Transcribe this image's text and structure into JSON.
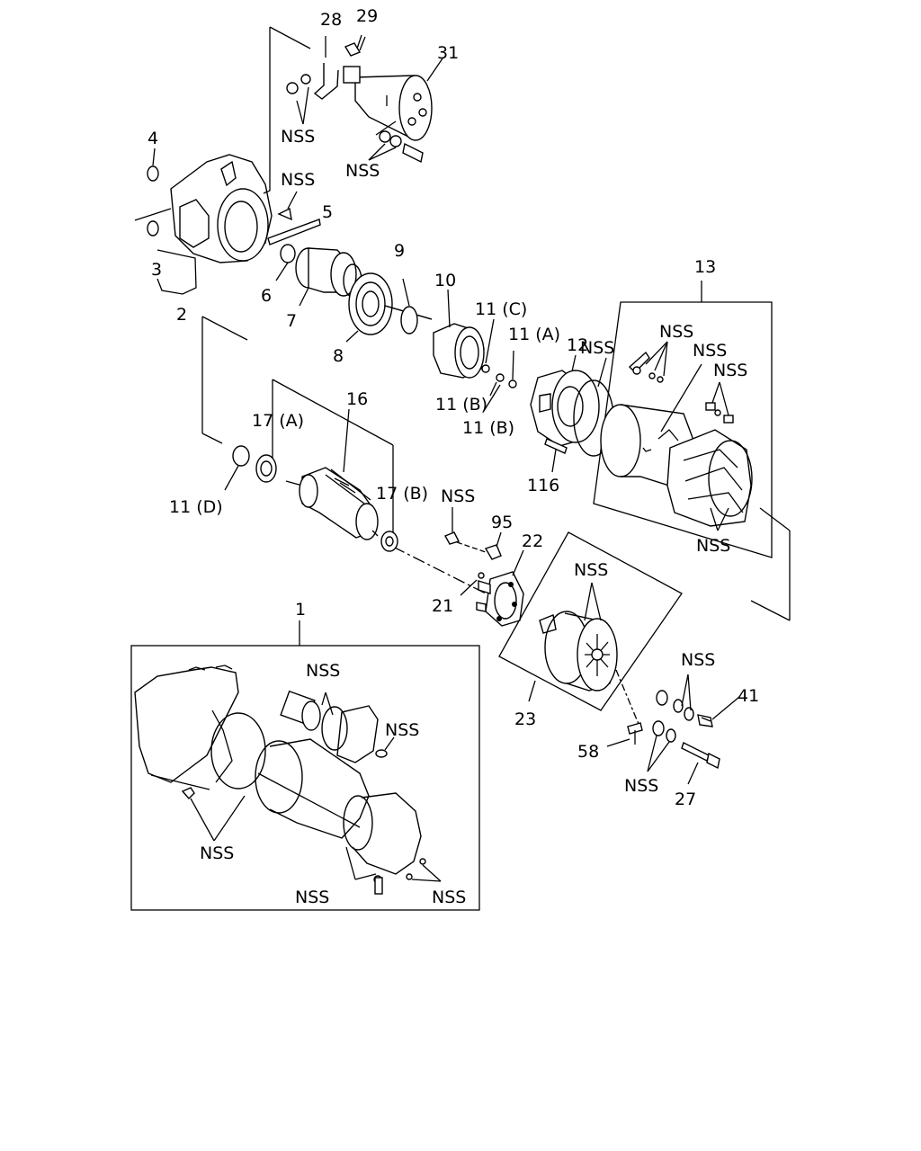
{
  "callouts": {
    "p1": "1",
    "p2": "2",
    "p3": "3",
    "p4": "4",
    "p5": "5",
    "p6": "6",
    "p7": "7",
    "p8": "8",
    "p9": "9",
    "p10": "10",
    "p11a": "11 (A)",
    "p11b1": "11 (B)",
    "p11b2": "11 (B)",
    "p11c": "11 (C)",
    "p11d": "11 (D)",
    "p12": "12",
    "p13": "13",
    "p16": "16",
    "p17a": "17 (A)",
    "p17b": "17 (B)",
    "p21": "21",
    "p22": "22",
    "p23": "23",
    "p27": "27",
    "p28": "28",
    "p29": "29",
    "p31": "31",
    "p41": "41",
    "p58": "58",
    "p95": "95",
    "p116": "116"
  },
  "nss": {
    "label": "NSS"
  }
}
